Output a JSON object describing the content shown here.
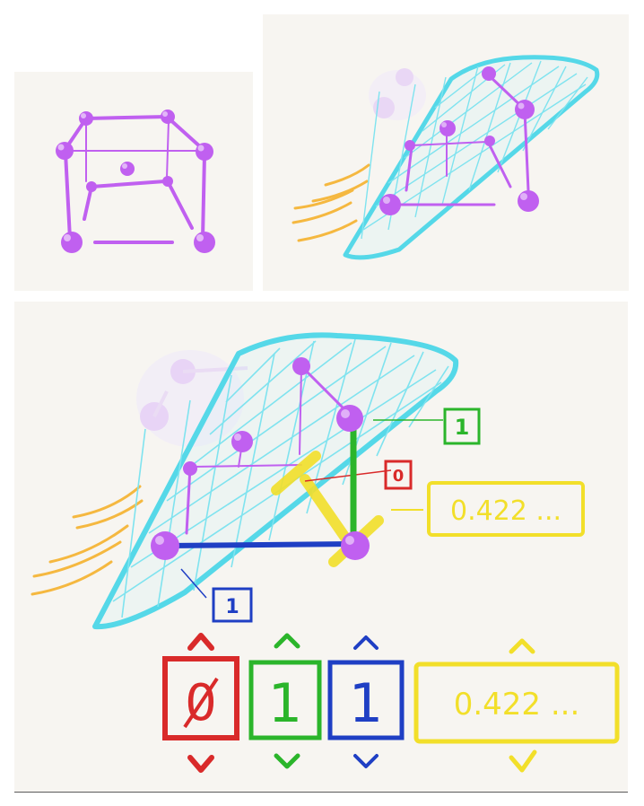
{
  "colors": {
    "background": "#f7f5f1",
    "vertex": "#c060f0",
    "vertex_highlight": "#e8b8ff",
    "plane": "#55d8e8",
    "wind": "#f5b840",
    "red": "#d92a2a",
    "green": "#2bb52b",
    "blue": "#1f3fc4",
    "yellow": "#f2df2a"
  },
  "panels": {
    "cube": {
      "name": "cube-panel"
    },
    "plane_cut": {
      "name": "plane-cut-panel"
    },
    "detail": {
      "name": "detail-panel",
      "labels": {
        "red_value": "0",
        "green_value": "1",
        "blue_value": "1",
        "yellow_value": "0.422 ..."
      },
      "steppers": [
        {
          "id": "red",
          "value": "0"
        },
        {
          "id": "green",
          "value": "1"
        },
        {
          "id": "blue",
          "value": "1"
        },
        {
          "id": "yellow",
          "value": "0.422 ..."
        }
      ]
    }
  }
}
